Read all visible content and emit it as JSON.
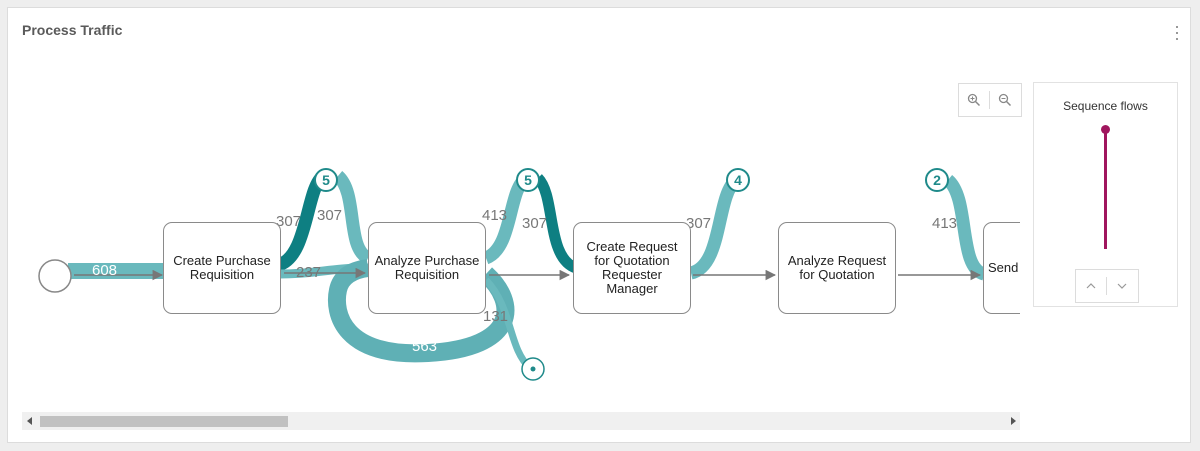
{
  "card": {
    "title": "Process Traffic"
  },
  "tasks": [
    "Create Purchase Requisition",
    "Analyze Purchase Requisition",
    "Create Request for Quotation Requester Manager",
    "Analyze Request for Quotation",
    "Send Qu S"
  ],
  "flows": {
    "start_to_create": "608",
    "create_up": "307",
    "create_to_analyze": "237",
    "badge1_down": "307",
    "analyze_up": "413",
    "analyze_to_rfq": "307",
    "analyze_to_end": "131",
    "analyze_loop": "563",
    "rfq_up": "307",
    "to_send": "413"
  },
  "badges": [
    "5",
    "5",
    "4",
    "2"
  ],
  "sequence_panel": {
    "title": "Sequence flows",
    "level": 1.0
  },
  "colors": {
    "flow_light": "#6ab9bd",
    "flow_dark": "#0e7f82",
    "accent": "#a0165e"
  }
}
